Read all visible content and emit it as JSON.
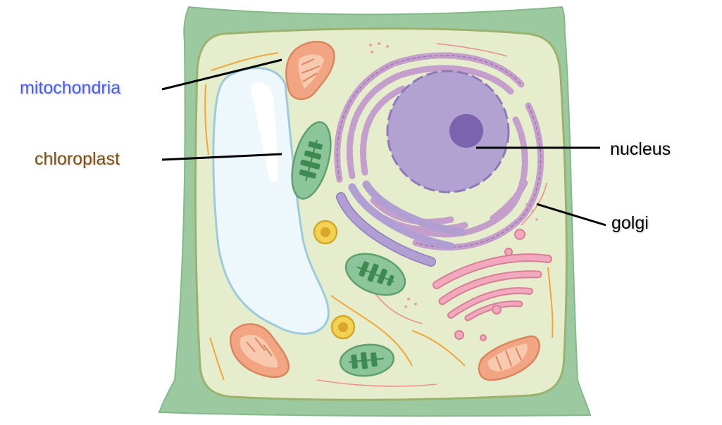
{
  "labels": {
    "mitochondria": "mitochondria",
    "chloroplast": "chloroplast",
    "nucleus": "nucleus",
    "golgi": "golgi"
  },
  "colors": {
    "mitochondria_label": "#4a5cf0",
    "chloroplast_label": "#7a5218",
    "nucleus_label": "#000000",
    "golgi_label": "#000000",
    "cell_wall": "#9cc9a0",
    "cytoplasm": "#e6edcd",
    "vacuole": "#eef8fc",
    "nucleus": "#b2a2d2",
    "nucleolus": "#7b63ad",
    "er": "#c49fcc",
    "golgi_body": "#b19fd4",
    "mitochondrion": "#f1a583",
    "chloroplast": "#8dc59a",
    "pink_er": "#f2a9bd",
    "granule": "#f2d250"
  }
}
